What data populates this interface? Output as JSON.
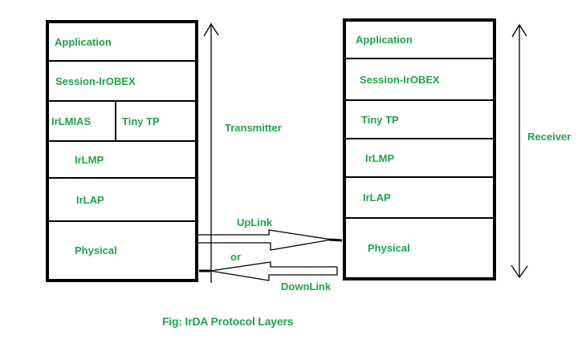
{
  "colors": {
    "diagram_green": "#20A34A",
    "line_black": "#000000",
    "background": "#FFFFFF"
  },
  "left_stack": {
    "side_label": "Transmitter",
    "row_application": "Application",
    "row_session": "Session-IrOBEX",
    "row_irlmias": "IrLMIAS",
    "row_tinytp": "Tiny TP",
    "row_irlmp": "IrLMP",
    "row_irlap": "IrLAP",
    "row_physical": "Physical"
  },
  "right_stack": {
    "side_label": "Receiver",
    "row_application": "Application",
    "row_session": "Session-IrOBEX",
    "row_tinytp": "Tiny TP",
    "row_irlmp": "IrLMP",
    "row_irlap": "IrLAP",
    "row_physical": "Physical"
  },
  "links": {
    "uplink": "UpLink",
    "or": "or",
    "downlink": "DownLink"
  },
  "caption": {
    "text": "Fig: IrDA Protocol Layers"
  }
}
